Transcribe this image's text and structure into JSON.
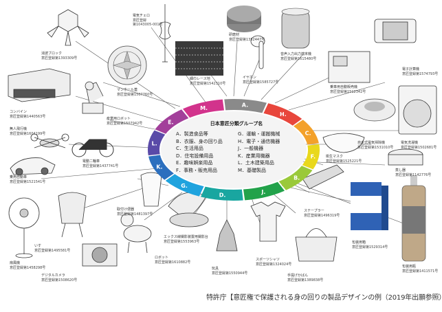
{
  "center": {
    "title": "日本意匠分類グループ名",
    "left_groups": [
      "A．製造食品等",
      "B．衣服、身の回り品",
      "C．生活用品",
      "D．住宅設備用品",
      "E．趣味娯楽用品",
      "F．事務・販売用品"
    ],
    "right_groups": [
      "G．運輸・運搬機械",
      "H．電子・通信機器",
      "J．一般機器",
      "K．産業用機器",
      "L．土木建築用品",
      "M．基礎製品"
    ]
  },
  "ring_segments": [
    {
      "letter": "A.",
      "color": "#8a8a8a"
    },
    {
      "letter": "H.",
      "color": "#e8463c"
    },
    {
      "letter": "C.",
      "color": "#f3a12b"
    },
    {
      "letter": "F.",
      "color": "#e9d81c"
    },
    {
      "letter": "B.",
      "color": "#9ac93a"
    },
    {
      "letter": "J.",
      "color": "#22a24a"
    },
    {
      "letter": "D.",
      "color": "#19a6a0"
    },
    {
      "letter": "G.",
      "color": "#1fa3de"
    },
    {
      "letter": "K.",
      "color": "#2c6fbe"
    },
    {
      "letter": "L.",
      "color": "#5a4aa8"
    },
    {
      "letter": "E.",
      "color": "#a23f9a"
    },
    {
      "letter": "M.",
      "color": "#d2338c"
    }
  ],
  "products": [
    {
      "name": "電気チェロ",
      "owner": "意匠登録",
      "reg": "第1043005-001号"
    },
    {
      "name": "消波ブロック",
      "owner": "意匠登録第1393309号",
      "reg": ""
    },
    {
      "name": "マンホール蓋",
      "owner": "意匠登録第1507760号",
      "reg": ""
    },
    {
      "name": "コンバイン",
      "owner": "意匠登録第1440563号",
      "reg": ""
    },
    {
      "name": "産業用ロボット",
      "owner": "意匠登録第1507942号",
      "reg": ""
    },
    {
      "name": "無人飛行機",
      "owner": "意匠登録第1604199号",
      "reg": ""
    },
    {
      "name": "電動二輪車",
      "owner": "意匠登録第1437741号",
      "reg": ""
    },
    {
      "name": "乗用自動車",
      "owner": "意匠登録第1521541号",
      "reg": ""
    },
    {
      "name": "細巾レース地",
      "owner": "意匠登録第1542310号",
      "reg": ""
    },
    {
      "name": "研磨材",
      "owner": "意匠登録第1352447号",
      "reg": ""
    },
    {
      "name": "イヤホン",
      "owner": "意匠登録第1585727号",
      "reg": ""
    },
    {
      "name": "音声入力出力端末機",
      "owner": "意匠登録第1615480号",
      "reg": ""
    },
    {
      "name": "電子計算機",
      "owner": "意匠登録第1574793号",
      "reg": ""
    },
    {
      "name": "乗車用自動販売機",
      "owner": "意匠登録第1512342号",
      "reg": ""
    },
    {
      "name": "電気洗濯機",
      "owner": "意匠登録第1502681号",
      "reg": ""
    },
    {
      "name": "自走式電気掃除機",
      "owner": "意匠登録第1531010号",
      "reg": ""
    },
    {
      "name": "衛生マスク",
      "owner": "意匠登録第1525221号",
      "reg": ""
    },
    {
      "name": "蒸し器",
      "owner": "意匠登録第1142776号",
      "reg": ""
    },
    {
      "name": "いす",
      "owner": "意匠登録第1495581号",
      "reg": ""
    },
    {
      "name": "扇風機",
      "owner": "意匠登録第1458298号",
      "reg": ""
    },
    {
      "name": "デジタルカメラ",
      "owner": "意匠登録第1508620号",
      "reg": ""
    },
    {
      "name": "取付け便器",
      "owner": "意匠登録第1481397号",
      "reg": ""
    },
    {
      "name": "ロボット",
      "owner": "意匠登録第1610882号",
      "reg": ""
    },
    {
      "name": "エックス線撮影装置用撮影台",
      "owner": "意匠登録第1553963号",
      "reg": ""
    },
    {
      "name": "玩具",
      "owner": "意匠登録第1550944号",
      "reg": ""
    },
    {
      "name": "スポーツシャツ",
      "owner": "意匠登録第1324024号",
      "reg": ""
    },
    {
      "name": "手提げかばん",
      "owner": "意匠登録第1389838号",
      "reg": ""
    },
    {
      "name": "ステープラー",
      "owner": "意匠登録第1496319号",
      "reg": ""
    },
    {
      "name": "包装用箱",
      "owner": "意匠登録第1529314号",
      "reg": ""
    },
    {
      "name": "包装用瓶",
      "owner": "意匠登録第1411571号",
      "reg": ""
    }
  ],
  "caption": "特許庁【意匠権で保護される身の回りの製品デザインの例（2019年出願参照）】"
}
